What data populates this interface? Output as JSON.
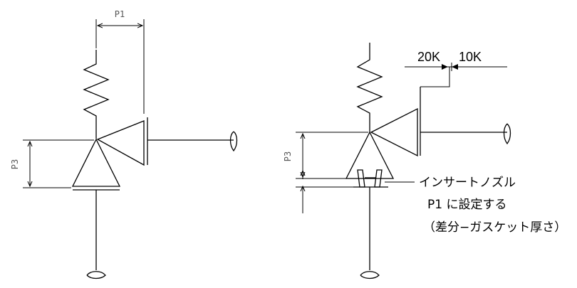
{
  "left_diagram": {
    "dim_top": "P1",
    "dim_side": "P3"
  },
  "right_diagram": {
    "dim_side": "P3",
    "gap_left_label": "20K",
    "gap_right_label": "10K",
    "note_line1": "インサートノズル",
    "note_line2": "P1 に設定する",
    "note_line3": "（差分−ガスケット厚さ）"
  }
}
